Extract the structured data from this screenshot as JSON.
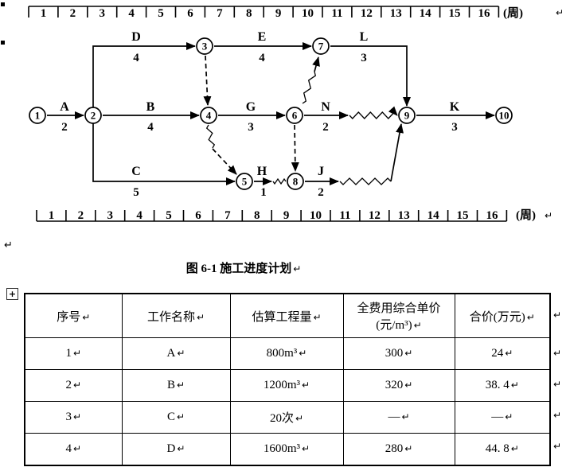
{
  "diagram": {
    "ruler": {
      "weeks": [
        "1",
        "2",
        "3",
        "4",
        "5",
        "6",
        "7",
        "8",
        "9",
        "10",
        "11",
        "12",
        "13",
        "14",
        "15",
        "16"
      ],
      "unit": "(周)"
    },
    "nodes": [
      "1",
      "2",
      "3",
      "4",
      "5",
      "6",
      "7",
      "8",
      "9",
      "10"
    ],
    "activities": {
      "A": {
        "name": "A",
        "duration": "2"
      },
      "B": {
        "name": "B",
        "duration": "4"
      },
      "C": {
        "name": "C",
        "duration": "5"
      },
      "D": {
        "name": "D",
        "duration": "4"
      },
      "E": {
        "name": "E",
        "duration": "4"
      },
      "G": {
        "name": "G",
        "duration": "3"
      },
      "H": {
        "name": "H",
        "duration": "1"
      },
      "J": {
        "name": "J",
        "duration": "2"
      },
      "K": {
        "name": "K",
        "duration": "3"
      },
      "L": {
        "name": "L",
        "duration": "3"
      },
      "N": {
        "name": "N",
        "duration": "2"
      }
    },
    "caption": "图 6-1 施工进度计划"
  },
  "table": {
    "headers": [
      "序号",
      "工作名称",
      "估算工程量",
      "全费用综合单价",
      "合价(万元)"
    ],
    "price_unit_line": "(元/m³)",
    "rows": [
      [
        "1",
        "A",
        "800m³",
        "300",
        "24"
      ],
      [
        "2",
        "B",
        "1200m³",
        "320",
        "38. 4"
      ],
      [
        "3",
        "C",
        "20次",
        "—",
        "—"
      ],
      [
        "4",
        "D",
        "1600m³",
        "280",
        "44. 8"
      ]
    ]
  },
  "icons": {
    "return_mark": "↵",
    "table_handle": "+"
  }
}
